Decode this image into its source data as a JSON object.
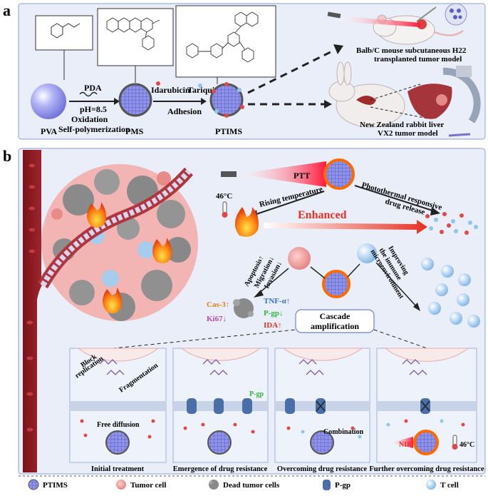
{
  "panel_a": {
    "label": "a",
    "pva": "PVA",
    "pda": "PDA",
    "ph": "pH=8.5",
    "oxidation": "Oxidation",
    "selfpoly": "Self-polymerization",
    "pms": "PMS",
    "idarubicin": "Idarubicin",
    "tariquidar": "Tariquidar",
    "adhesion": "Adhesion",
    "ptims": "PTIMS",
    "mouse_line1": "Balb/C mouse subcutaneous H22",
    "mouse_line2": "transplanted tumor model",
    "rabbit_line1": "New Zealand rabbit liver",
    "rabbit_line2": "VX2  tumor model"
  },
  "panel_b": {
    "label": "b",
    "ptt": "PTT",
    "temp": "46°C",
    "rising": "Rising temperature",
    "photo_line1": "Photothermal responsive",
    "photo_line2": "drug release",
    "enhanced": "Enhanced",
    "apoptosis": "Apoptosis↑",
    "migration": "Migration↓",
    "invasion": "Invasion↓",
    "improve_line1": "Improving",
    "improve_line2": "the immune",
    "improve_line3": "microenvironment",
    "cas3": "Cas-3↑",
    "ki67": "Ki67↓",
    "tnf": "TNF-α↑",
    "pgp_down": "P-gp↓",
    "ida_up": "IDA↑",
    "cascade_line1": "Cascade",
    "cascade_line2": "amplification",
    "block_line1": "Block",
    "block_line2": "replication",
    "fragmentation": "Fragmentation",
    "free_diffusion": "Free diffusion",
    "pgp": "P-gp",
    "combination": "Combination",
    "nir": "NIR",
    "temp2": "46°C",
    "captions": [
      "Initial treatment",
      "Emergence of drug resistance",
      "Overcoming drug resistance",
      "Further overcoming drug resistance"
    ]
  },
  "legend": [
    {
      "icon": "ptims-icon",
      "label": "PTIMS"
    },
    {
      "icon": "tumor-cell-icon",
      "label": "Tumor cell"
    },
    {
      "icon": "dead-tumor-cell-icon",
      "label": "Dead tumor cells"
    },
    {
      "icon": "pgp-icon",
      "label": "P-gp"
    },
    {
      "icon": "t-cell-icon",
      "label": "T cell"
    }
  ],
  "colors": {
    "panel_bg": "#e9eef8",
    "panel_border": "#9fb1d9",
    "tumor": "#f0a0a0",
    "dead": "#8a8a8a",
    "pgp": "#4a6fa8",
    "tcell": "#a9cdee",
    "enhanced": "#e53224",
    "vessel": "#a8232a"
  }
}
